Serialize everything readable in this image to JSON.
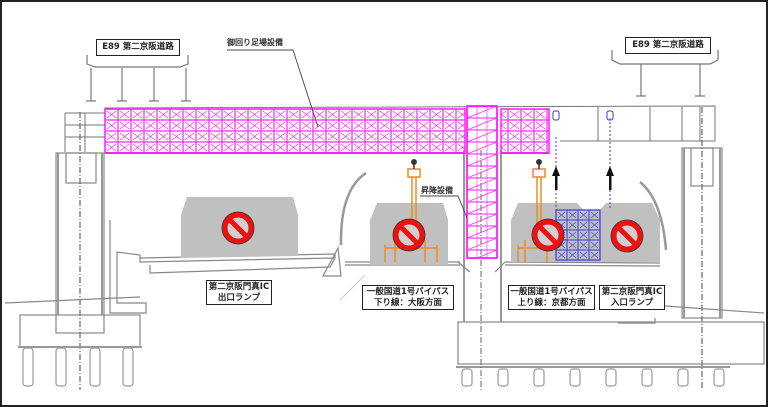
{
  "diagram": {
    "title": "Cross-section: Daini Keihan Road / Route 1 Bypass scaffolding work",
    "colors": {
      "scaffold_magenta": "#ff1fff",
      "scaffold_blue": "#3a3adf",
      "lift_orange": "#f08a24",
      "vehicle_gray": "#c0c0c0",
      "no_entry_red": "#ee1111",
      "structure_line": "#777777",
      "frame": "#222222"
    },
    "labels": {
      "highway_left": "E89 第二京阪道路",
      "highway_right": "E89 第二京阪道路",
      "scaffold_callout": "御回り足場設備",
      "lift_callout": "昇降設備",
      "exit_ramp_line1": "第二京阪門真IC",
      "exit_ramp_line2": "出口ランプ",
      "bypass_down_line1": "一般国道1号バイパス",
      "bypass_down_line2": "下り線：大阪方面",
      "bypass_up_line1": "一般国道1号バイパス",
      "bypass_up_line2": "上り線：京都方面",
      "entry_ramp_line1": "第二京阪門真IC",
      "entry_ramp_line2": "入口ランプ"
    },
    "icons": {
      "no_entry": "no-entry-sign",
      "arrow_up": "arrow-up",
      "worker": "aerial-work-platform-worker"
    },
    "lanes": [
      {
        "id": "exit_ramp",
        "closed": true
      },
      {
        "id": "bypass_down",
        "closed": true
      },
      {
        "id": "bypass_up",
        "closed": true
      },
      {
        "id": "entry_ramp",
        "closed": true
      }
    ]
  }
}
